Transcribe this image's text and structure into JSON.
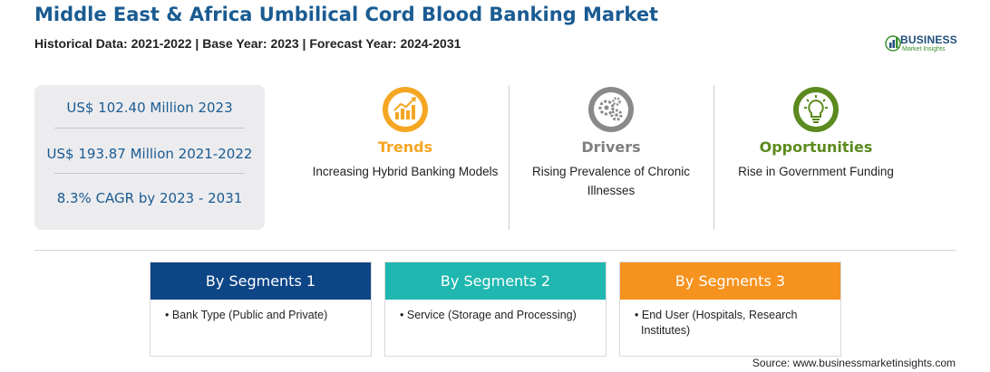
{
  "header": {
    "title": "Middle East & Africa Umbilical Cord Blood Banking Market",
    "subtitle": "Historical Data: 2021-2022 | Base Year: 2023 | Forecast Year: 2024-2031"
  },
  "logo": {
    "name": "BUSINESS",
    "tagline": "Market Insights"
  },
  "stats": [
    {
      "text": "US$ 102.40 Million 2023"
    },
    {
      "text": "US$ 193.87 Million 2021-2022"
    },
    {
      "text": "8.3% CAGR by 2023 - 2031"
    }
  ],
  "columns": [
    {
      "title": "Trends",
      "text": "Increasing Hybrid Banking Models",
      "icon": "trend-chart-icon",
      "color": "#f5a623"
    },
    {
      "title": "Drivers",
      "text": "Rising Prevalence of Chronic Illnesses",
      "icon": "gears-icon",
      "color": "#7f7f7f"
    },
    {
      "title": "Opportunities",
      "text": "Rise in Government Funding",
      "icon": "lightbulb-icon",
      "color": "#5b8a1e"
    }
  ],
  "segments": [
    {
      "title": "By Segments 1",
      "item": "Bank Type (Public and Private)",
      "color": "#0d4586"
    },
    {
      "title": "By Segments 2",
      "item": "Service (Storage and Processing)",
      "color": "#1fb7b0"
    },
    {
      "title": "By Segments 3",
      "item": "End User (Hospitals, Research Institutes)",
      "color": "#f6921e"
    }
  ],
  "footer": {
    "source": "Source: www.businessmarketinsights.com"
  }
}
